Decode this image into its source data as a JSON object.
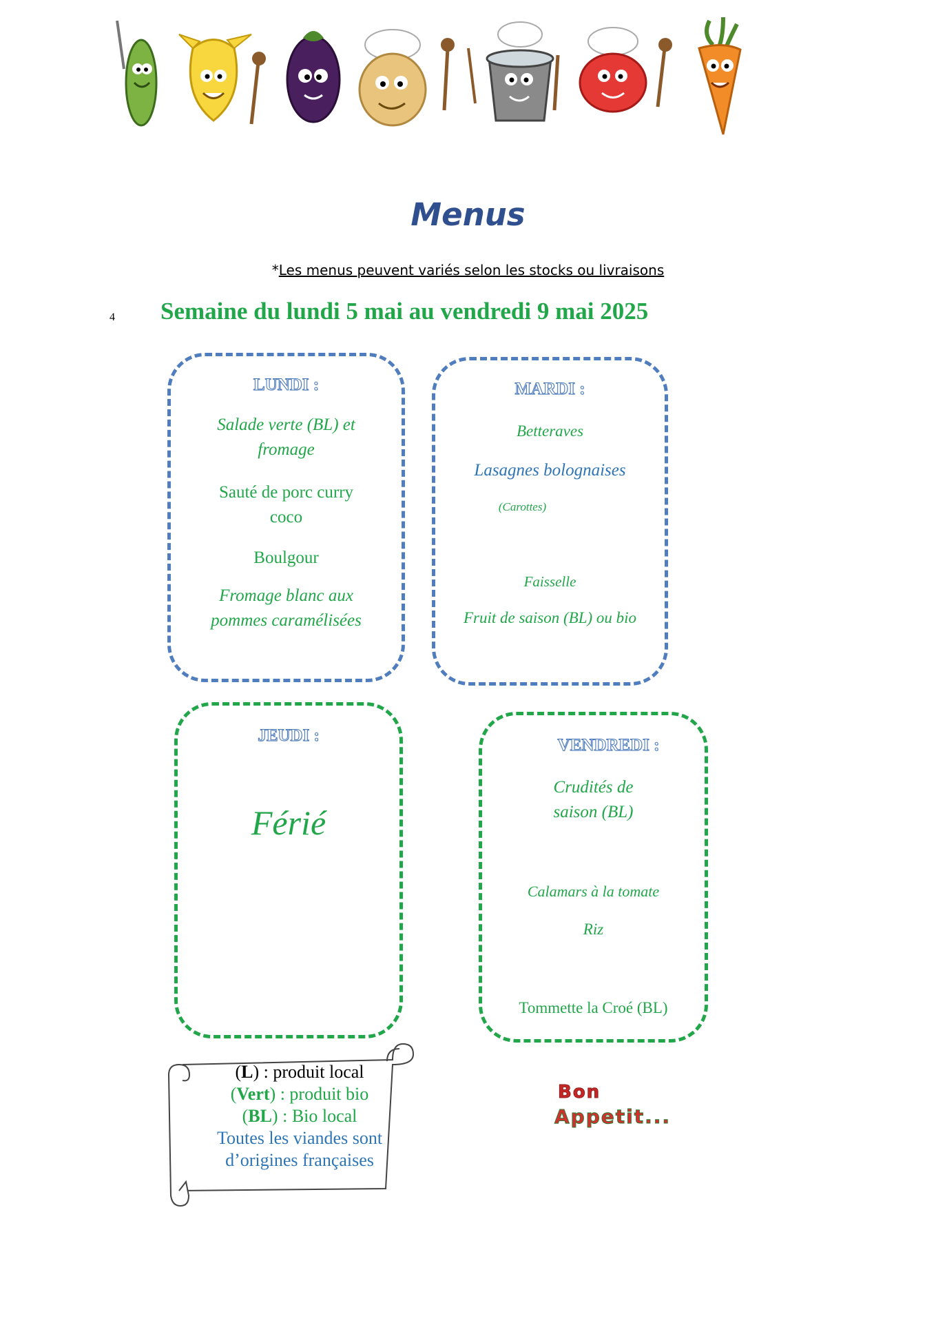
{
  "banner": {
    "icons": [
      "pea-pod-icon",
      "banana-icon",
      "eggplant-icon",
      "potato-chef-icon",
      "cooking-pot-icon",
      "tomato-chef-icon",
      "carrot-icon"
    ]
  },
  "title": "Menus",
  "note": {
    "prefix": "*",
    "text": "Les menus peuvent variés selon les stocks ou livraisons"
  },
  "page_number": "4",
  "week_heading": "Semaine du lundi 5 mai au vendredi 9 mai 2025",
  "colors": {
    "blue_border": "#4f7dbd",
    "green": "#22a64a",
    "blue_text": "#2e75b6",
    "title": "#2f4f8f"
  },
  "days": {
    "lundi": {
      "label": "LUNDI :",
      "items": [
        "Salade verte (BL) et fromage",
        "Sauté de porc curry coco",
        "Boulgour",
        "Fromage blanc aux pommes caramélisées"
      ]
    },
    "mardi": {
      "label": "MARDI :",
      "items": [
        "Betteraves",
        "Lasagnes bolognaises",
        "(Carottes)",
        "Faisselle",
        "Fruit de saison (BL) ou bio"
      ]
    },
    "jeudi": {
      "label": "JEUDI :",
      "items": [
        "Férié"
      ]
    },
    "vendredi": {
      "label": "VENDREDI :",
      "items": [
        "Crudités de saison (BL)",
        "Calamars à la tomate",
        "Riz",
        "Tommette la Croé (BL)"
      ]
    }
  },
  "legend": {
    "line1_key": "L",
    "line1_text": " : produit local",
    "line2_key": "Vert",
    "line2_text": " : produit bio",
    "line3_key": "BL",
    "line3_text": " : Bio local",
    "line4": "Toutes les viandes sont",
    "line5": "d’origines françaises"
  },
  "bon_appetit": {
    "word1": "Bon",
    "word2": "Appetit..."
  }
}
